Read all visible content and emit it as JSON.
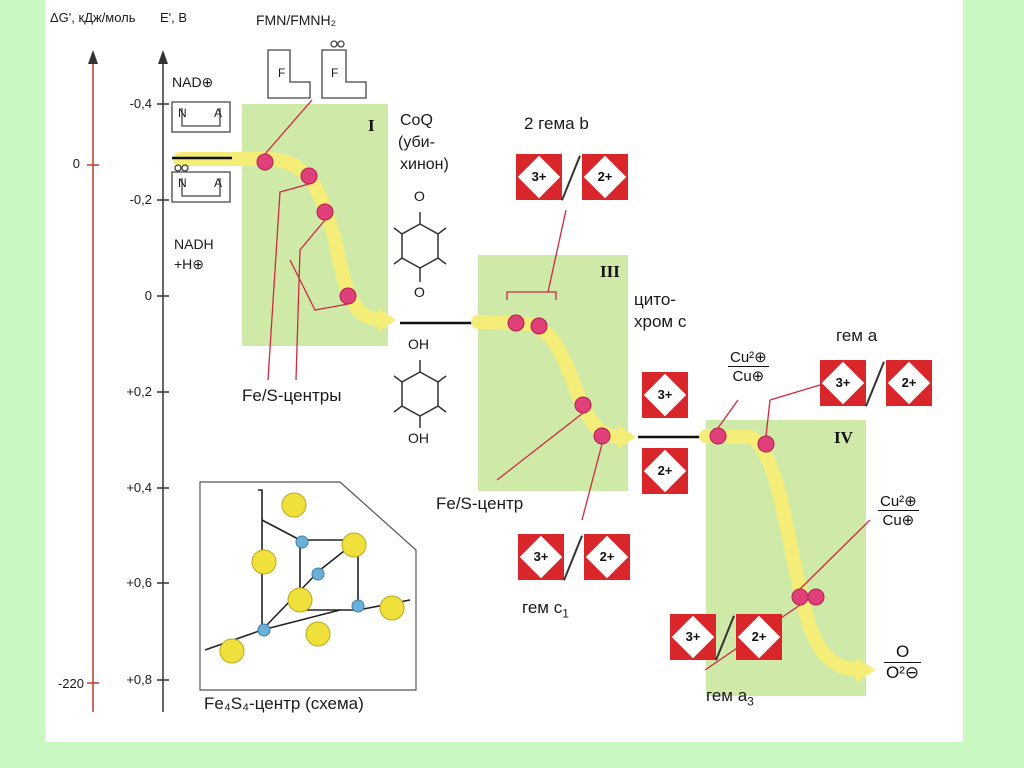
{
  "axes": {
    "dg_label": "ΔG', кДж/моль",
    "e_label": "E', В",
    "dg_ticks": [
      "0",
      "-220"
    ],
    "e_ticks": [
      "-0,4",
      "-0,2",
      "0",
      "+0,2",
      "+0,4",
      "+0,6",
      "+0,8"
    ]
  },
  "complexes": {
    "c1": "I",
    "c3": "III",
    "c4": "IV"
  },
  "labels": {
    "fmn": "FMN/FMNH₂",
    "nad": "NAD⊕",
    "nadh": "NADH",
    "h": "+H⊕",
    "coq": "CoQ",
    "ubiquinone1": "(уби-",
    "ubiquinone2": "хинон)",
    "fe_s_centers": "Fe/S-центры",
    "fe_s_center": "Fe/S-центр",
    "heme_b": "2 гема b",
    "cytochrome1": "цито-",
    "cytochrome2": "хром c",
    "heme_a": "гем a",
    "heme_c1": "гем c",
    "heme_c1_sub": "1",
    "heme_a3": "гем a",
    "heme_a3_sub": "3",
    "fe4s4": "Fe₄S₄-центр (схема)",
    "q_o": "O",
    "q_oh_top": "OH",
    "q_oh_bottom": "OH",
    "box_n": "N",
    "box_a": "A",
    "box_f": "F"
  },
  "redox": {
    "ox": "3+",
    "red": "2+",
    "cu1_num": "Cu²⊕",
    "cu1_den": "Cu⊕",
    "cu2_num": "Cu²⊕",
    "cu2_den": "Cu⊕",
    "o_num": "O",
    "o_den": "O²⊖"
  },
  "colors": {
    "background": "#c8f7c0",
    "complex_fill": "#cfe9a8",
    "electron_path": "#f4ee78",
    "cofactor": "#e0407a",
    "heme_red": "#d8262a",
    "axis_red": "#c0392b",
    "iron": "#6ab0d8",
    "sulfur": "#f0e03c"
  }
}
